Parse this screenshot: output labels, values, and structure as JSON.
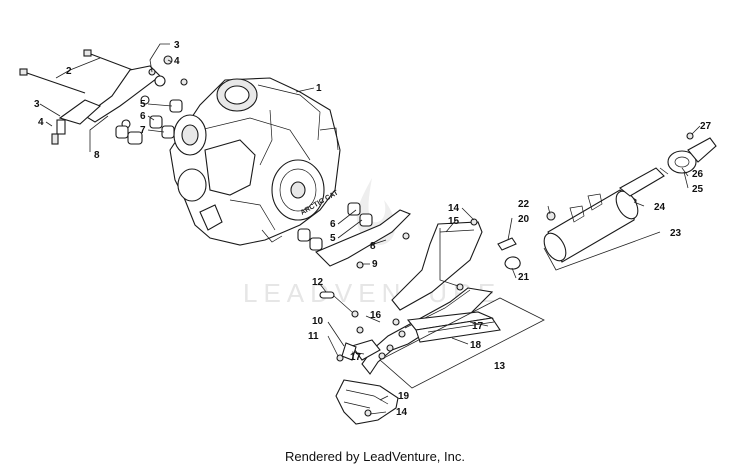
{
  "watermark": "LEADVENTURE",
  "footer": "Rendered by LeadVenture, Inc.",
  "callouts": {
    "c1": "1",
    "c2": "2",
    "c3a": "3",
    "c3b": "3",
    "c4a": "4",
    "c4b": "4",
    "c5a": "5",
    "c5b": "5",
    "c6a": "6",
    "c6b": "6",
    "c7": "7",
    "c8a": "8",
    "c8b": "8",
    "c9": "9",
    "c10": "10",
    "c11": "11",
    "c12": "12",
    "c13": "13",
    "c14a": "14",
    "c14b": "14",
    "c15": "15",
    "c16": "16",
    "c17a": "17",
    "c17b": "17",
    "c18": "18",
    "c19": "19",
    "c20": "20",
    "c21": "21",
    "c22": "22",
    "c23": "23",
    "c24": "24",
    "c25": "25",
    "c26": "26",
    "c27": "27"
  }
}
